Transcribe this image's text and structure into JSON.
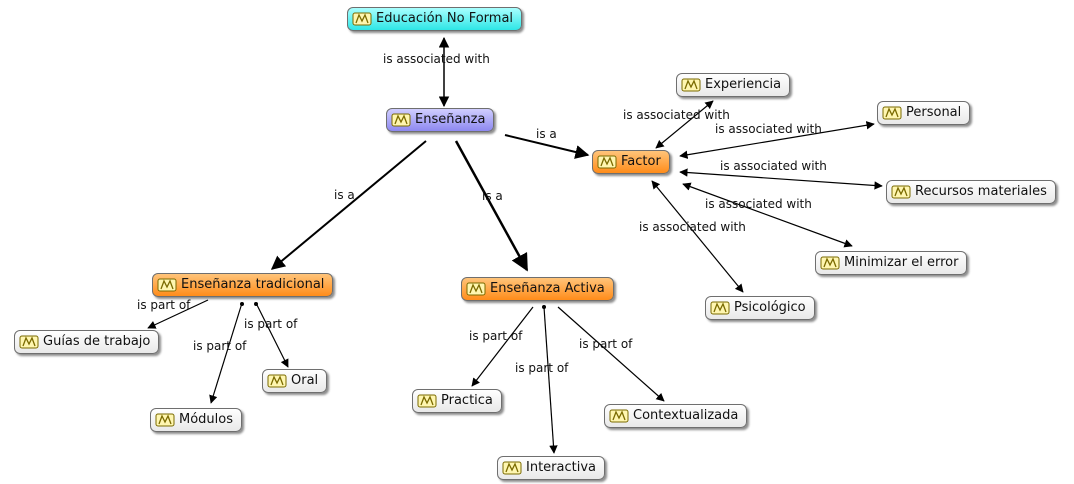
{
  "concept_map": {
    "nodes": {
      "educacion": "Educación No Formal",
      "ensenanza": "Enseñanza",
      "factor": "Factor",
      "experiencia": "Experiencia",
      "personal": "Personal",
      "recursos": "Recursos materiales",
      "minimizar": "Minimizar el error",
      "psicologico": "Psicológico",
      "tradicional": "Enseñanza tradicional",
      "activa": "Enseñanza Activa",
      "guias": "Guías de trabajo",
      "modulos": "Módulos",
      "oral": "Oral",
      "practica": "Practica",
      "interactiva": "Interactiva",
      "contextualizada": "Contextualizada"
    },
    "links": {
      "educacion_ensenanza": "is associated with",
      "ensenanza_factor": "is a",
      "ensenanza_tradicional": "is a",
      "ensenanza_activa": "is a",
      "factor_experiencia": "is associated with",
      "factor_personal": "is associated with",
      "factor_recursos": "is associated with",
      "factor_minimizar": "is associated with",
      "factor_psicologico": "is associated with",
      "tradicional_guias": "is part of",
      "tradicional_modulos": "is part of",
      "tradicional_oral": "is part of",
      "activa_practica": "is part of",
      "activa_interactiva": "is part of",
      "activa_contextualizada": "is part of"
    },
    "node_icon": "concept-icon",
    "colors": {
      "root": "#33e6e6",
      "core": "#918cf2",
      "branch": "#ff8c1a",
      "leaf": "#f2f2f2",
      "line": "#000000"
    }
  }
}
